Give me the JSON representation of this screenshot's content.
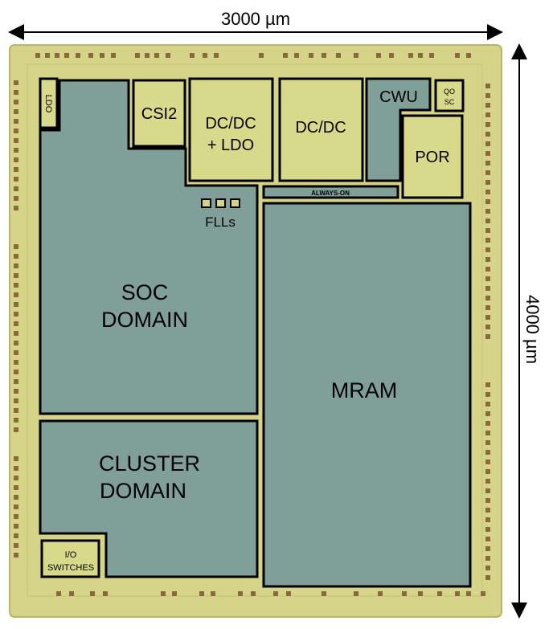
{
  "dimensions": {
    "width_label": "3000 µm",
    "height_label": "4000 µm"
  },
  "blocks": {
    "ldo": "LDO",
    "csi2": "CSI2",
    "dcdc_ldo_line1": "DC/DC",
    "dcdc_ldo_line2": "+ LDO",
    "dcdc": "DC/DC",
    "cwu": "CWU",
    "qosc_line1": "QO",
    "qosc_line2": "SC",
    "por": "POR",
    "always_on": "ALWAYS-ON",
    "flls": "FLLs",
    "soc_line1": "SOC",
    "soc_line2": "DOMAIN",
    "mram": "MRAM",
    "cluster_line1": "CLUSTER",
    "cluster_line2": "DOMAIN",
    "io_line1": "I/O",
    "io_line2": "SWITCHES"
  },
  "colors": {
    "die": "#d6d489",
    "die_edge": "#b9b46c",
    "domain_fill": "#7f9f98",
    "analog_fill": "#d9d98b",
    "pad": "#8a6a3a",
    "outline": "#000000"
  }
}
